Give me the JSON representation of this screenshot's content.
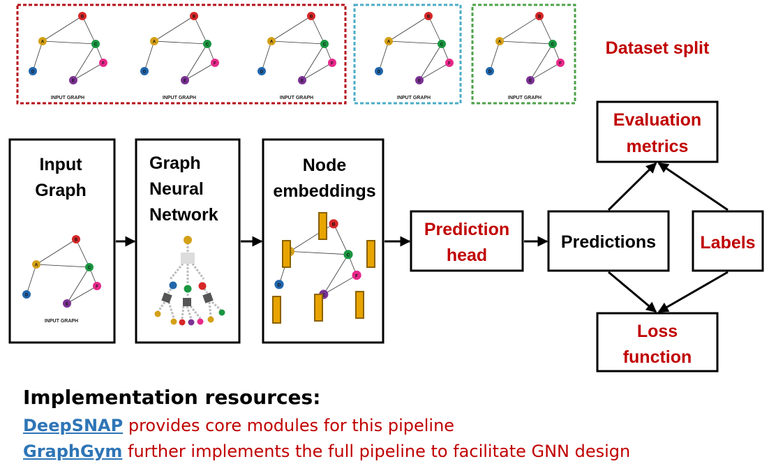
{
  "dataset_split": {
    "label": "Dataset split",
    "panel_colors": [
      "#b5121b",
      "#4bacc6",
      "#4ea24a"
    ],
    "graph_caption": "INPUT GRAPH",
    "node_letters": [
      "A",
      "B",
      "C",
      "D",
      "E",
      "F"
    ]
  },
  "pipeline": {
    "input_graph": {
      "line1": "Input",
      "line2": "Graph",
      "caption": "INPUT GRAPH"
    },
    "gnn": {
      "line1": "Graph",
      "line2": "Neural",
      "line3": "Network"
    },
    "node_embeddings": {
      "line1": "Node",
      "line2": "embeddings"
    },
    "prediction_head": {
      "line1": "Prediction",
      "line2": "head"
    },
    "predictions": {
      "label": "Predictions"
    },
    "labels": {
      "label": "Labels"
    },
    "evaluation_metrics": {
      "line1": "Evaluation",
      "line2": "metrics"
    },
    "loss_function": {
      "line1": "Loss",
      "line2": "function"
    }
  },
  "resources": {
    "heading": "Implementation resources:",
    "items": [
      {
        "link": "DeepSNAP",
        "text": " provides core modules for this pipeline"
      },
      {
        "link": "GraphGym",
        "text": " further implements the full pipeline to facilitate GNN design"
      }
    ]
  },
  "colors": {
    "accent_red": "#c00000",
    "link_blue": "#2e75b6",
    "node_A": "#d4a017",
    "node_B": "#d62728",
    "node_C": "#1a9641",
    "node_D": "#2166ac",
    "node_E": "#7b3294",
    "node_F": "#e7298a",
    "embedding": "#e8a400"
  },
  "icons": {
    "graph": "graph-icon",
    "tree": "computation-tree-icon",
    "arrow": "arrow-icon"
  }
}
